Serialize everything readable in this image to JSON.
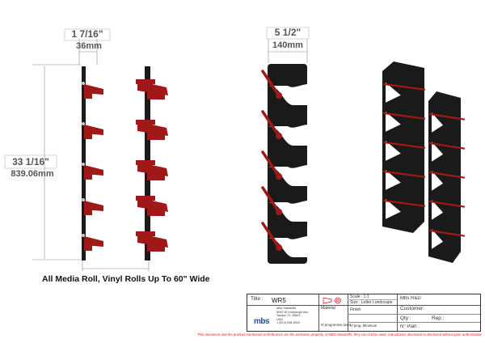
{
  "dimensions": {
    "width_fraction": "1 7/16\"",
    "width_mm": "36mm",
    "depth_fraction": "5 1/2\"",
    "depth_mm": "140mm",
    "height_fraction": "33 1/16\"",
    "height_mm": "839.06mm"
  },
  "caption": "All Media Roll, Vinyl Rolls Up To 60\" Wide",
  "title_block": {
    "title_label": "Title :",
    "title_value": "WR5",
    "scale_label": "Scale : 1:1",
    "size_label": "Size : Letter Landscape",
    "company": "Mbs R&D",
    "customer_label": "Customer:",
    "qty_label": "Qty :",
    "rep_label": "Rep :",
    "material_label": "Material",
    "finish_label": "Finish",
    "programmer_label": "N°programme laser",
    "prog_label": "N°prog. Minimum",
    "plan_label": "N° Plan :",
    "logo_text": "mbs",
    "address": [
      "Mbs Standoffs",
      "5040 W Linebaugh Ave",
      "Tampa, FL 33624",
      "USA",
      "1 (813) 938-6020"
    ]
  },
  "footer_note": "This document and the product mentioned in Reference are the exclusive property of MBS-Standoffs; they can not be used, reproduced, disclosed or disclosed without prior authorization",
  "colors": {
    "bracket": "#1a1a1a",
    "arm": "#a01818",
    "dimension": "#777777"
  }
}
